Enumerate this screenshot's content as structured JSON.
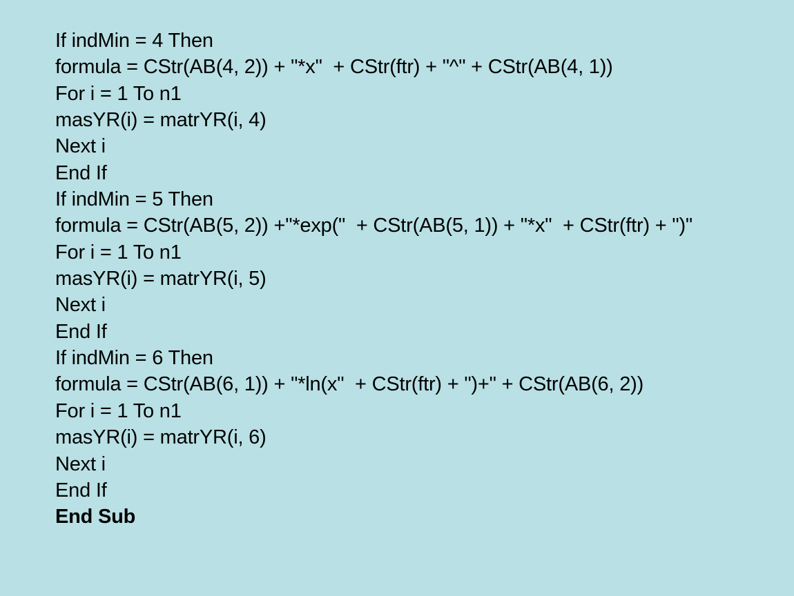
{
  "slide": {
    "background_color": "#b9e0e4",
    "text_color": "#000000",
    "lines": [
      {
        "text": "If indMin = 4 Then",
        "bold": false
      },
      {
        "text": "formula = CStr(AB(4, 2)) + \"*x\"  + CStr(ftr) + \"^\" + CStr(AB(4, 1))",
        "bold": false
      },
      {
        "text": "For i = 1 To n1",
        "bold": false
      },
      {
        "text": "masYR(i) = matrYR(i, 4)",
        "bold": false
      },
      {
        "text": "Next i",
        "bold": false
      },
      {
        "text": "End If",
        "bold": false
      },
      {
        "text": "If indMin = 5 Then",
        "bold": false
      },
      {
        "text": "formula = CStr(AB(5, 2)) +\"*exp(\"  + CStr(AB(5, 1)) + \"*x\"  + CStr(ftr) + \")\"",
        "bold": false
      },
      {
        "text": "For i = 1 To n1",
        "bold": false
      },
      {
        "text": "masYR(i) = matrYR(i, 5)",
        "bold": false
      },
      {
        "text": "Next i",
        "bold": false
      },
      {
        "text": "End If",
        "bold": false
      },
      {
        "text": "If indMin = 6 Then",
        "bold": false
      },
      {
        "text": "formula = CStr(AB(6, 1)) + \"*ln(x\"  + CStr(ftr) + \")+\" + CStr(AB(6, 2))",
        "bold": false
      },
      {
        "text": "For i = 1 To n1",
        "bold": false
      },
      {
        "text": "masYR(i) = matrYR(i, 6)",
        "bold": false
      },
      {
        "text": "Next i",
        "bold": false
      },
      {
        "text": "End If",
        "bold": false
      },
      {
        "text": "End Sub",
        "bold": true
      }
    ]
  }
}
